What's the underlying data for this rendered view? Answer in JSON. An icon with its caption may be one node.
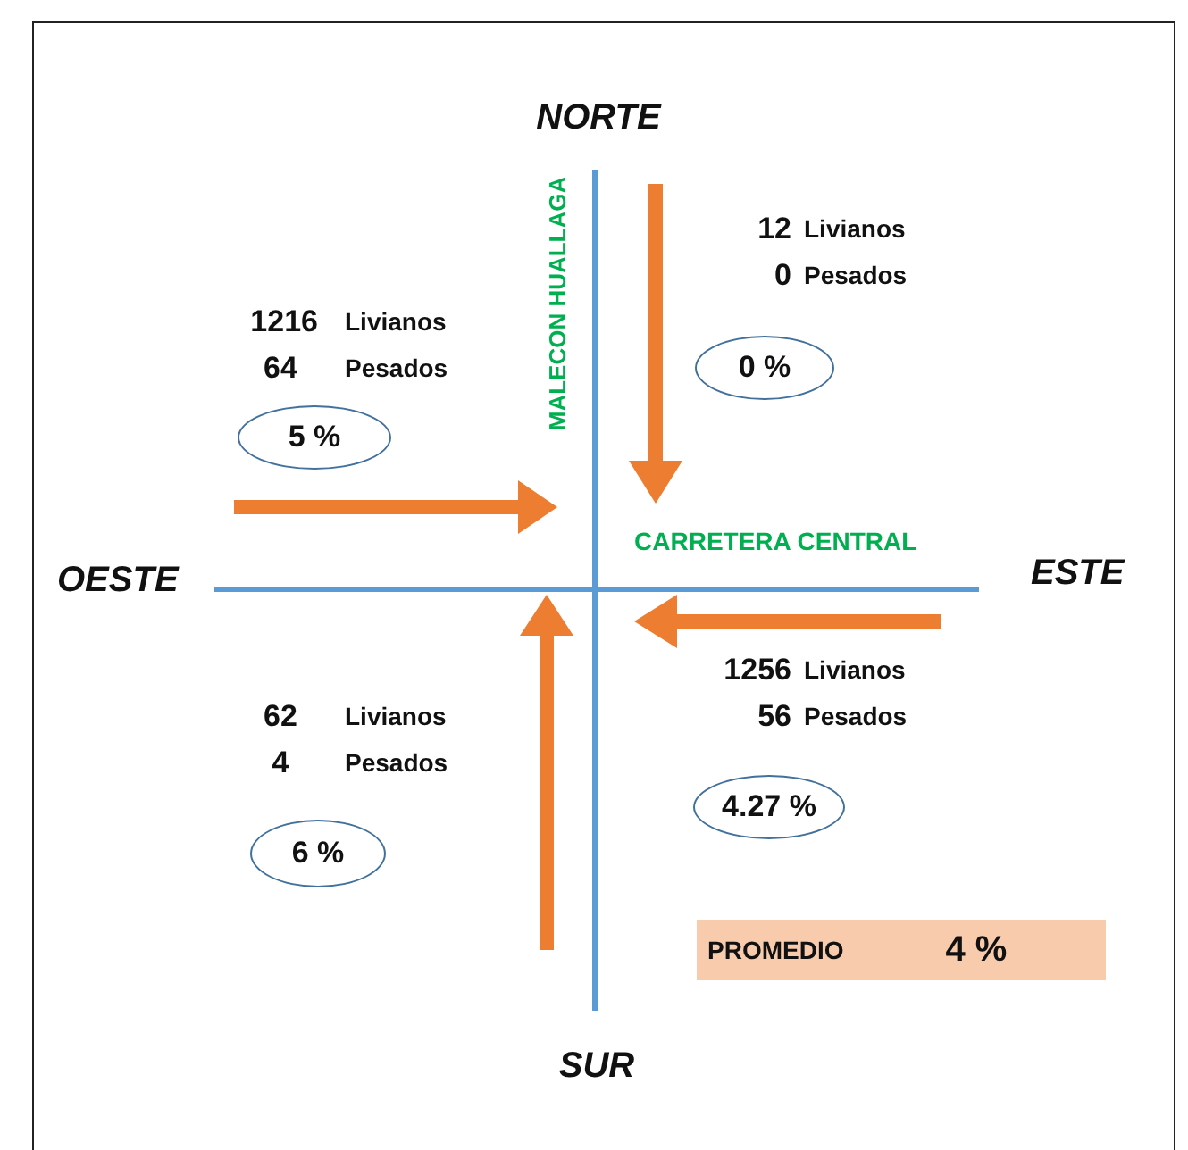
{
  "diagram": {
    "nodes": [
      {
        "text": [
          "0 %"
        ]
      },
      {
        "text": [
          "5 %"
        ]
      },
      {
        "text": [
          "4.27 %"
        ]
      },
      {
        "text": [
          "6 %"
        ]
      },
      {
        "text": [
          "PROMEDIO",
          "4 %"
        ]
      }
    ],
    "labels": [
      "NORTE",
      "MALECON HUALLAGA",
      "12",
      "Livianos",
      "0",
      "Pesados",
      "1216",
      "Livianos",
      "64",
      "Pesados",
      "CARRETERA CENTRAL",
      "OESTE",
      "ESTE",
      "1256",
      "Livianos",
      "62",
      "Livianos",
      "56",
      "Pesados",
      "4",
      "Pesados",
      "SUR"
    ]
  }
}
